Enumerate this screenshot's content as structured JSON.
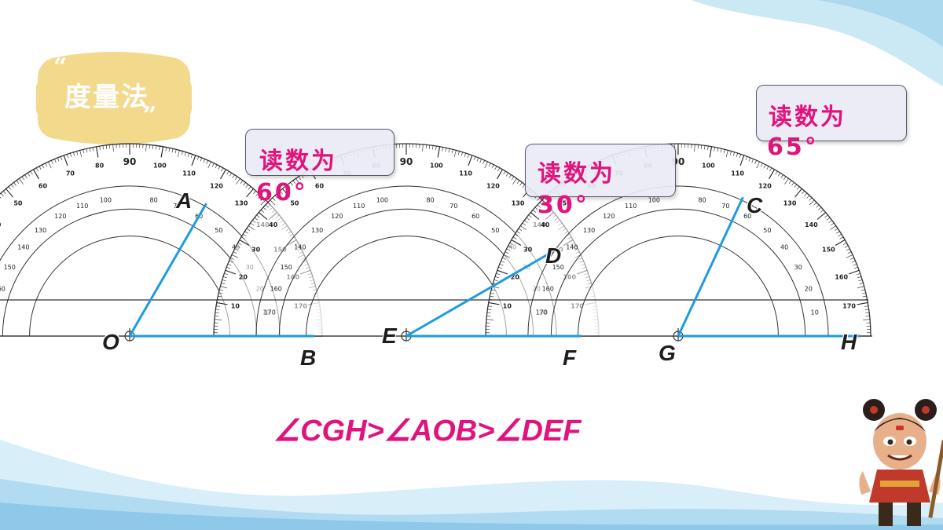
{
  "badge": {
    "title": "度量法",
    "open_quote": "“",
    "close_quote": "”"
  },
  "callouts": [
    {
      "line1": "读数为",
      "line2": "60°"
    },
    {
      "line1": "读数为",
      "line2": "30°"
    },
    {
      "line1": "读数为",
      "line2": "65°"
    }
  ],
  "points": {
    "A": "A",
    "O": "O",
    "B": "B",
    "E": "E",
    "D": "D",
    "F": "F",
    "G": "G",
    "C": "C",
    "H": "H"
  },
  "comparison": "∠CGH>∠AOB>∠DEF",
  "colors": {
    "accent": "#e0147c",
    "badge": "#f2d98c",
    "ray": "#1e9be0",
    "wave": "#a9d8ef"
  },
  "angles": {
    "AOB": 60,
    "DEF": 30,
    "CGH": 65
  }
}
